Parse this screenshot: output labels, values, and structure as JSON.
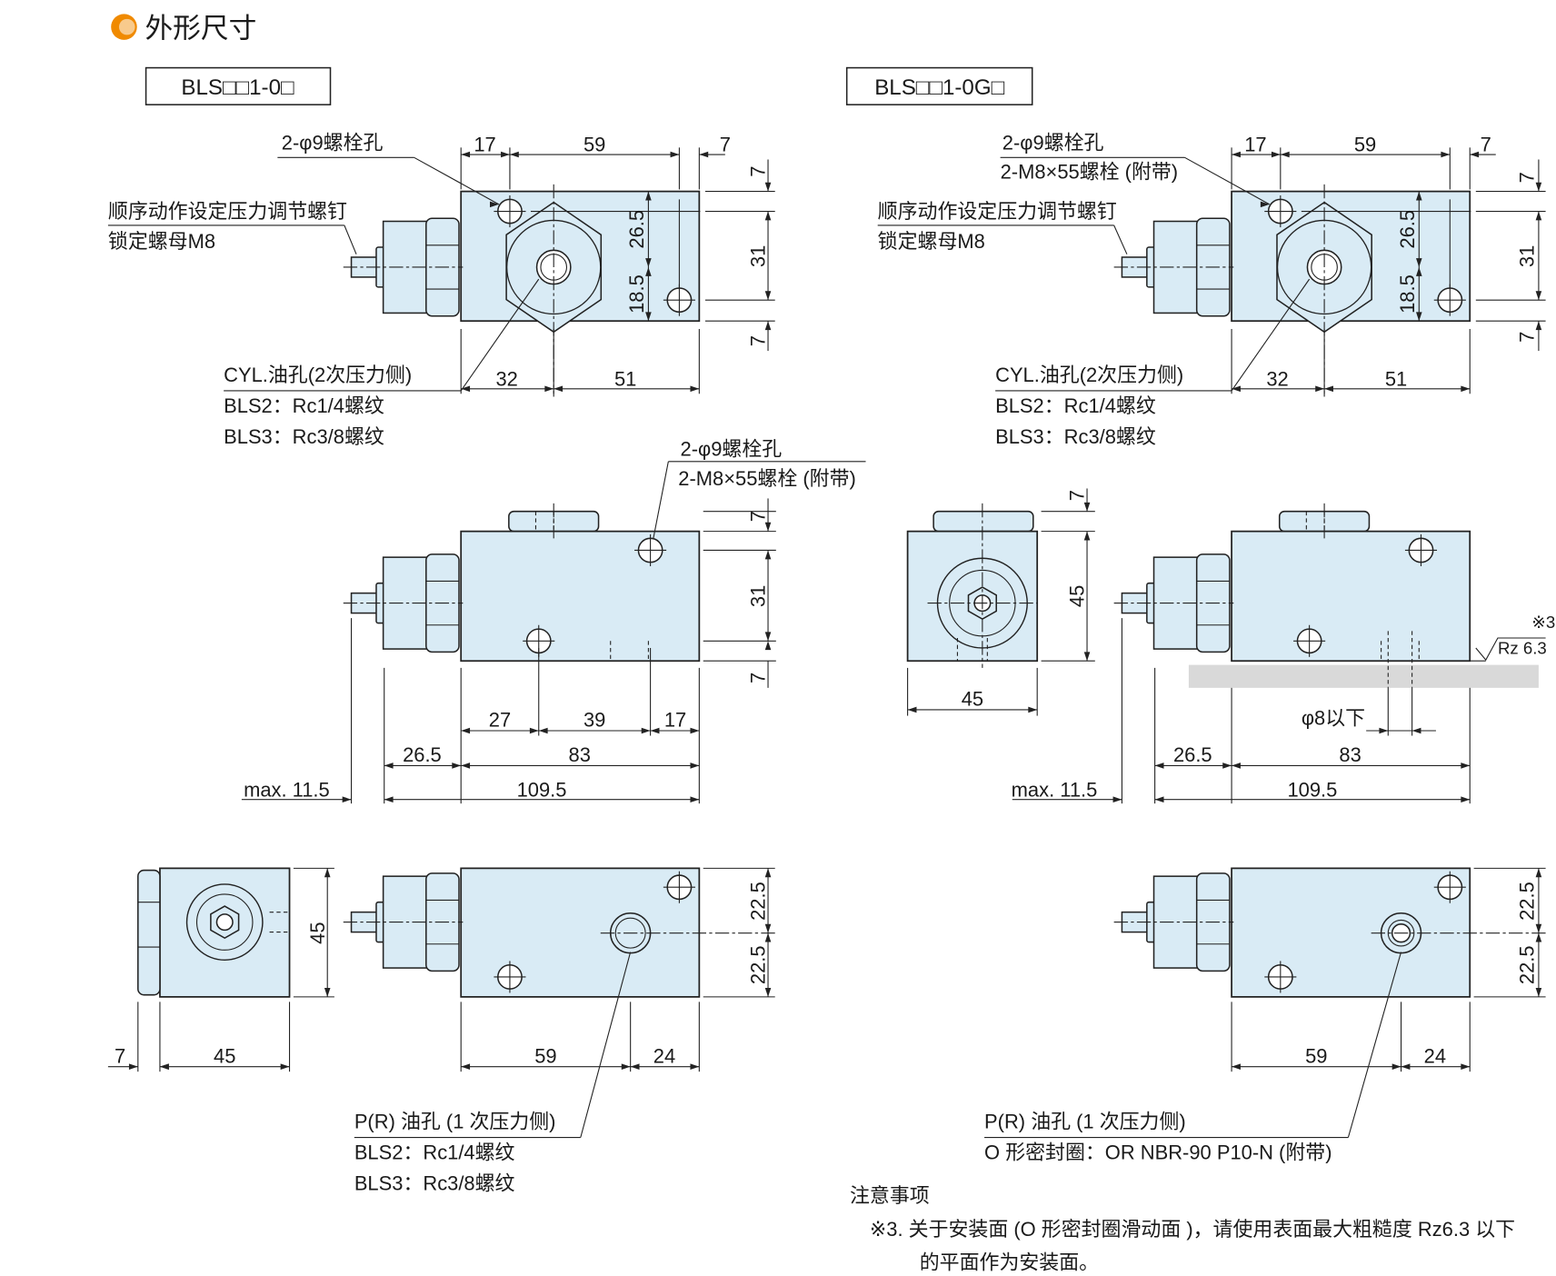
{
  "title": "外形尺寸",
  "colors": {
    "accent": "#f08a00",
    "body_fill": "#d9ebf5",
    "surface": "#d9d9d9"
  },
  "left": {
    "model": "BLS□□1-0□",
    "top_view": {
      "bolt_hole": "2-φ9螺栓孔",
      "adjust_screw": "顺序动作设定压力调节螺钉",
      "lock_nut": "锁定螺母M8",
      "cyl_port": "CYL.油孔(2次压力侧)",
      "bls2": "BLS2：Rc1/4螺纹",
      "bls3": "BLS3：Rc3/8螺纹",
      "dims": {
        "d17": "17",
        "d59": "59",
        "d7a": "7",
        "v7a": "7",
        "v31": "31",
        "v7b": "7",
        "v265": "26.5",
        "v185": "18.5",
        "d32": "32",
        "d51": "51"
      }
    },
    "front_view": {
      "bolt_hole": "2-φ9螺栓孔",
      "bolt": "2-M8×55螺栓 (附带)",
      "dims": {
        "v7a": "7",
        "v31": "31",
        "v7b": "7",
        "d27": "27",
        "d39": "39",
        "d17": "17",
        "d265": "26.5",
        "d83": "83",
        "max": "max. 11.5",
        "d1095": "109.5"
      }
    },
    "bottom_view": {
      "p_port": "P(R) 油孔 (1 次压力侧)",
      "bls2": "BLS2：Rc1/4螺纹",
      "bls3": "BLS3：Rc3/8螺纹",
      "dims": {
        "v45": "45",
        "d7": "7",
        "d45": "45",
        "v225a": "22.5",
        "v225b": "22.5",
        "d59": "59",
        "d24": "24"
      }
    }
  },
  "right": {
    "model": "BLS□□1-0G□",
    "top_view": {
      "bolt_hole": "2-φ9螺栓孔",
      "bolt": "2-M8×55螺栓 (附带)",
      "adjust_screw": "顺序动作设定压力调节螺钉",
      "lock_nut": "锁定螺母M8",
      "cyl_port": "CYL.油孔(2次压力侧)",
      "bls2": "BLS2：Rc1/4螺纹",
      "bls3": "BLS3：Rc3/8螺纹",
      "dims": {
        "d17": "17",
        "d59": "59",
        "d7a": "7",
        "v7a": "7",
        "v31": "31",
        "v7b": "7",
        "v265": "26.5",
        "v185": "18.5",
        "d32": "32",
        "d51": "51"
      }
    },
    "front_view": {
      "note_ref": "※3",
      "roughness": "Rz 6.3",
      "phi8": "φ8以下",
      "dims": {
        "side_v7": "7",
        "side_v45": "45",
        "side_d45": "45",
        "d265": "26.5",
        "d83": "83",
        "max": "max. 11.5",
        "d1095": "109.5"
      }
    },
    "bottom_view": {
      "p_port": "P(R) 油孔 (1 次压力侧)",
      "oring": "O 形密封圈：OR NBR-90 P10-N (附带)",
      "dims": {
        "v225a": "22.5",
        "v225b": "22.5",
        "d59": "59",
        "d24": "24"
      }
    }
  },
  "notes": {
    "heading": "注意事项",
    "line1": "※3.  关于安装面 (O 形密封圈滑动面 )，请使用表面最大粗糙度 Rz6.3 以下",
    "line2": "的平面作为安装面。"
  }
}
